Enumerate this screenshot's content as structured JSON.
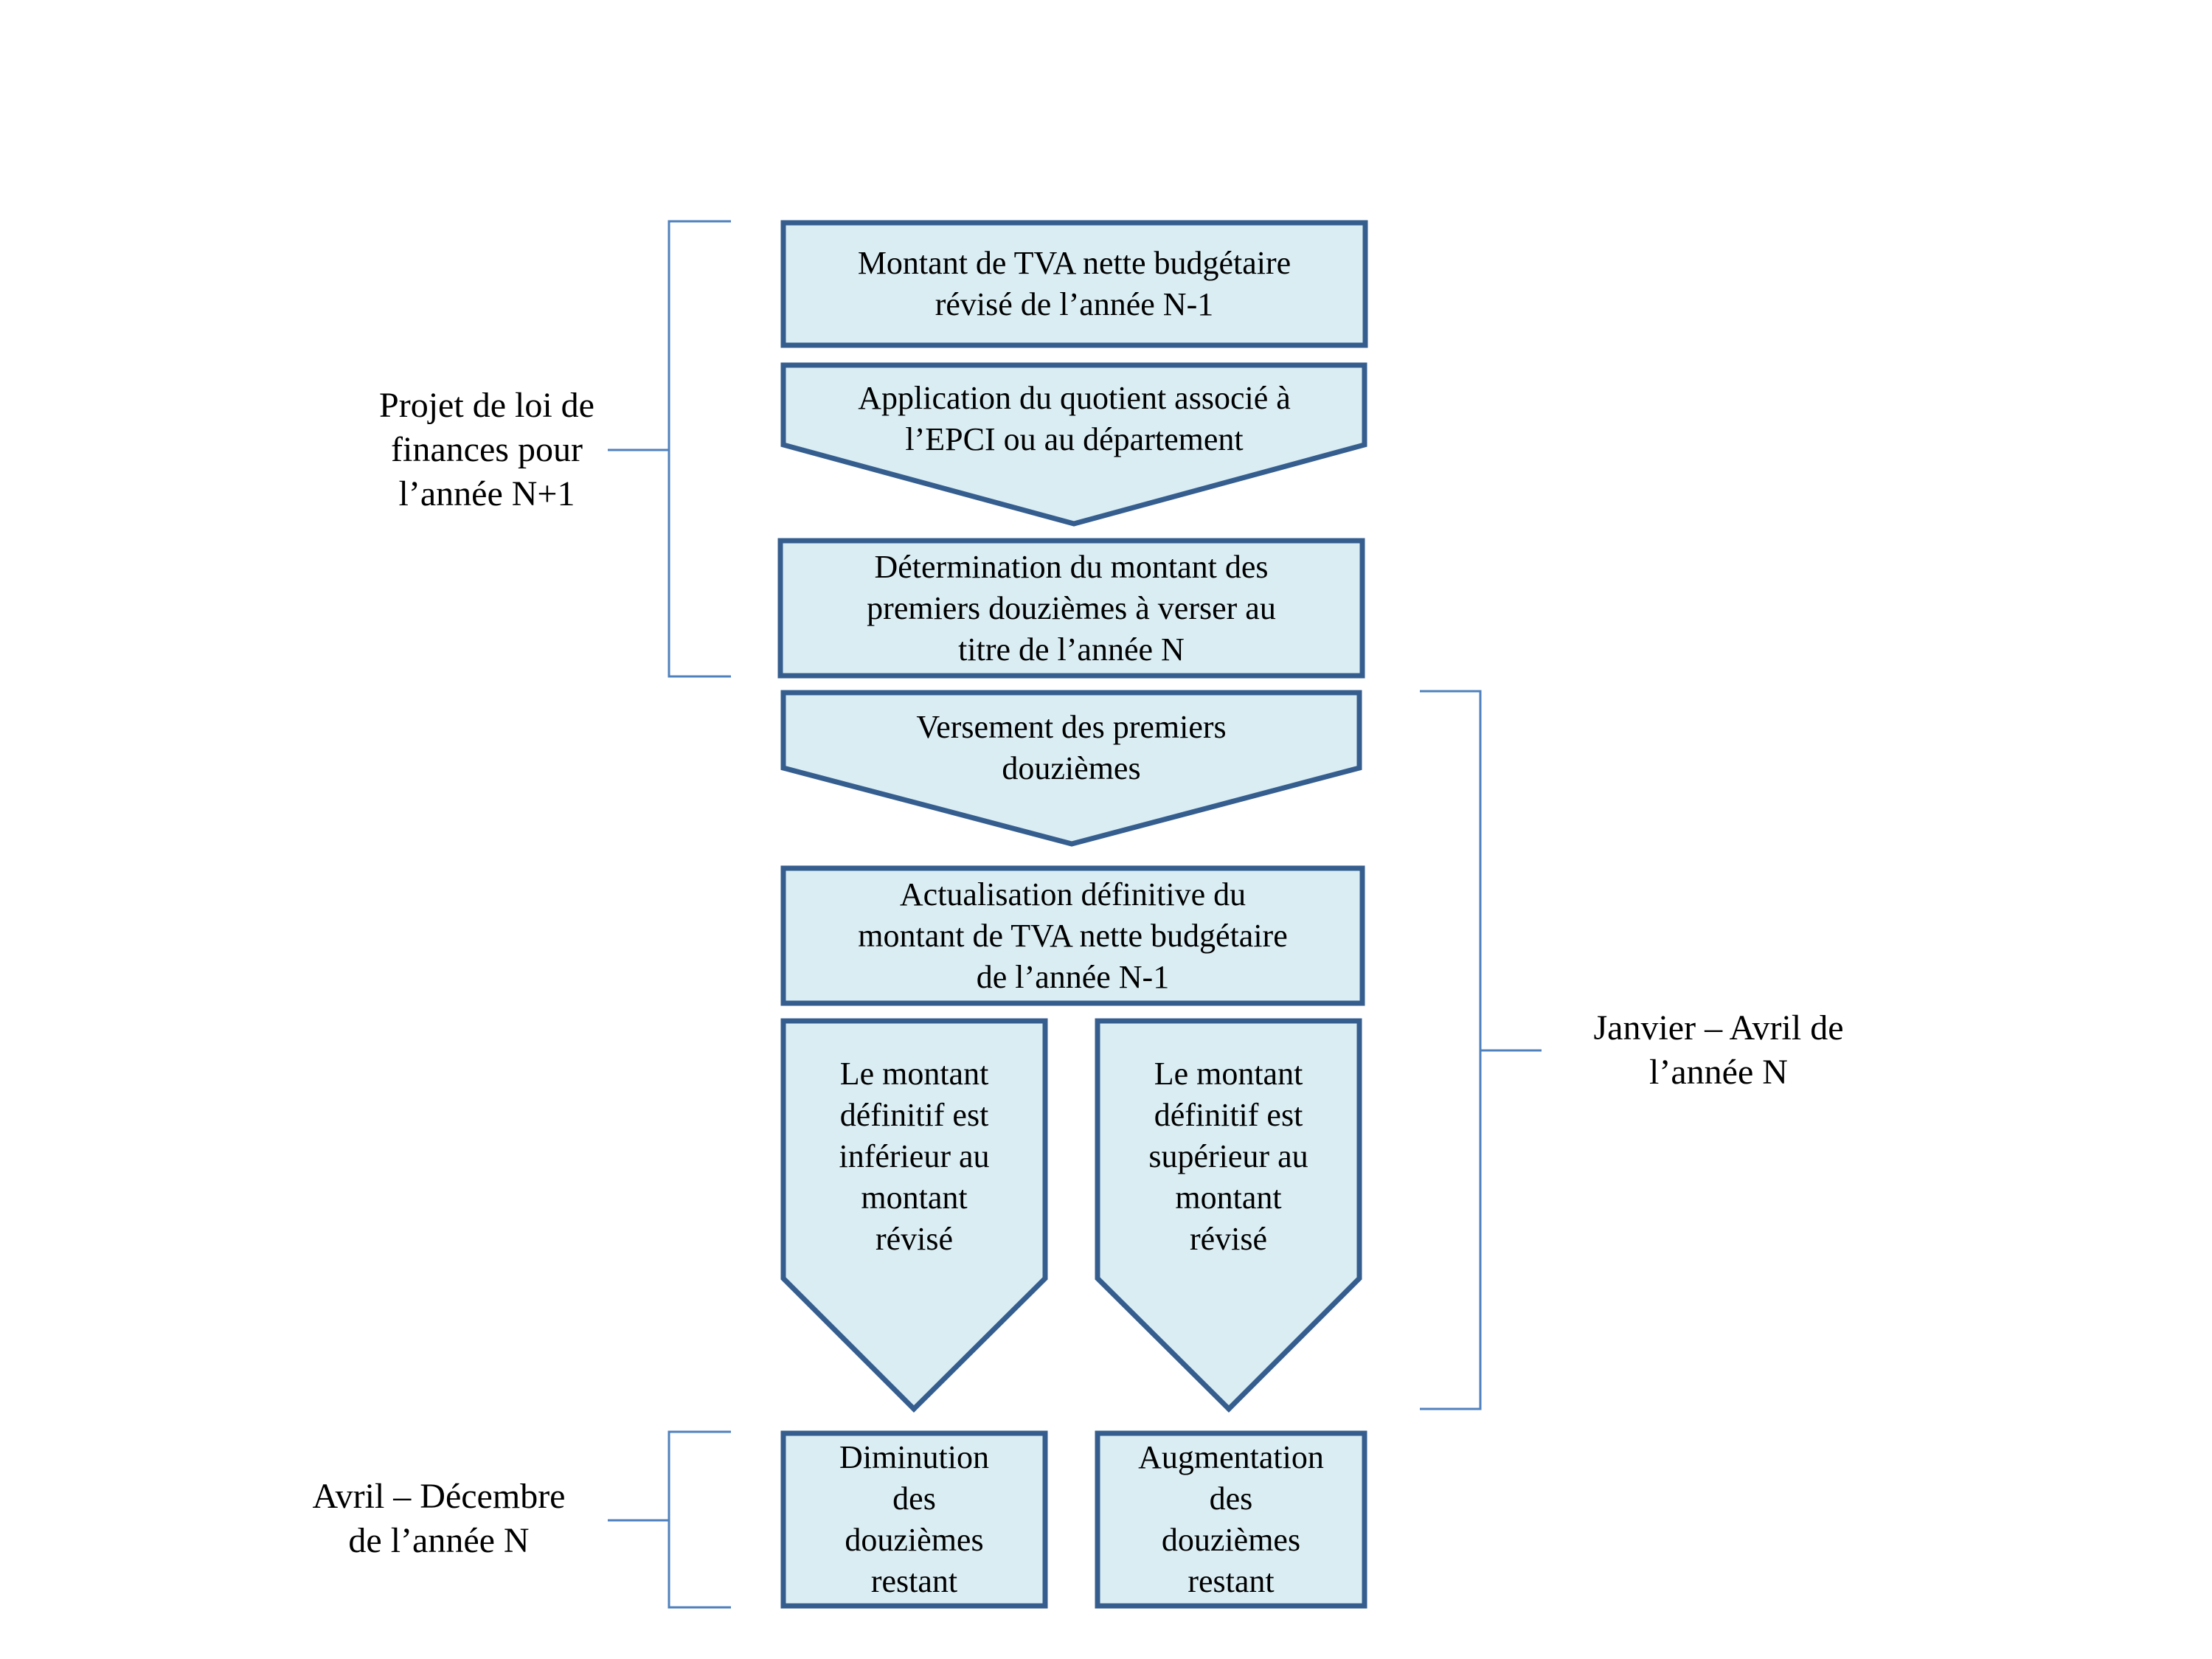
{
  "diagram": {
    "type": "flowchart",
    "colors": {
      "node_fill": "#daedf3",
      "node_border": "#355e8f",
      "bracket_line": "#4f81bd",
      "text": "#000000"
    },
    "nodes": {
      "tva_revise": {
        "shape": "rectangle",
        "text": "Montant de TVA nette budgétaire\nrévisé de l’année N-1"
      },
      "application_quotient": {
        "shape": "chevron-down",
        "text": "Application du quotient associé à\nl’EPCI ou au département"
      },
      "determination_douziemes": {
        "shape": "rectangle",
        "text": "Détermination du montant des\npremiers douzièmes à verser au\ntitre de l’année N"
      },
      "versement_douziemes": {
        "shape": "chevron-down",
        "text": "Versement des premiers\ndouzièmes"
      },
      "actualisation_definitive": {
        "shape": "rectangle",
        "text": "Actualisation définitive du\nmontant de TVA nette budgétaire\nde l’année N-1"
      },
      "montant_inferieur": {
        "shape": "chevron-down",
        "text": "Le montant\ndéfinitif est\ninférieur au\nmontant\nrévisé"
      },
      "montant_superieur": {
        "shape": "chevron-down",
        "text": "Le montant\ndéfinitif est\nsupérieur au\nmontant\nrévisé"
      },
      "diminution": {
        "shape": "rectangle",
        "text": "Diminution\ndes\ndouzièmes\nrestant"
      },
      "augmentation": {
        "shape": "rectangle",
        "text": "Augmentation\ndes\ndouzièmes\nrestant"
      }
    },
    "brackets": {
      "plf": {
        "label": "Projet de loi de\nfinances pour\nl’année N+1",
        "spans": [
          "tva_revise",
          "application_quotient",
          "determination_douziemes"
        ]
      },
      "janvier_avril": {
        "label": "Janvier – Avril de\nl’année N",
        "spans": [
          "versement_douziemes",
          "actualisation_definitive",
          "montant_inferieur",
          "montant_superieur"
        ]
      },
      "avril_decembre": {
        "label": "Avril – Décembre\nde l’année N",
        "spans": [
          "diminution",
          "augmentation"
        ]
      }
    }
  }
}
